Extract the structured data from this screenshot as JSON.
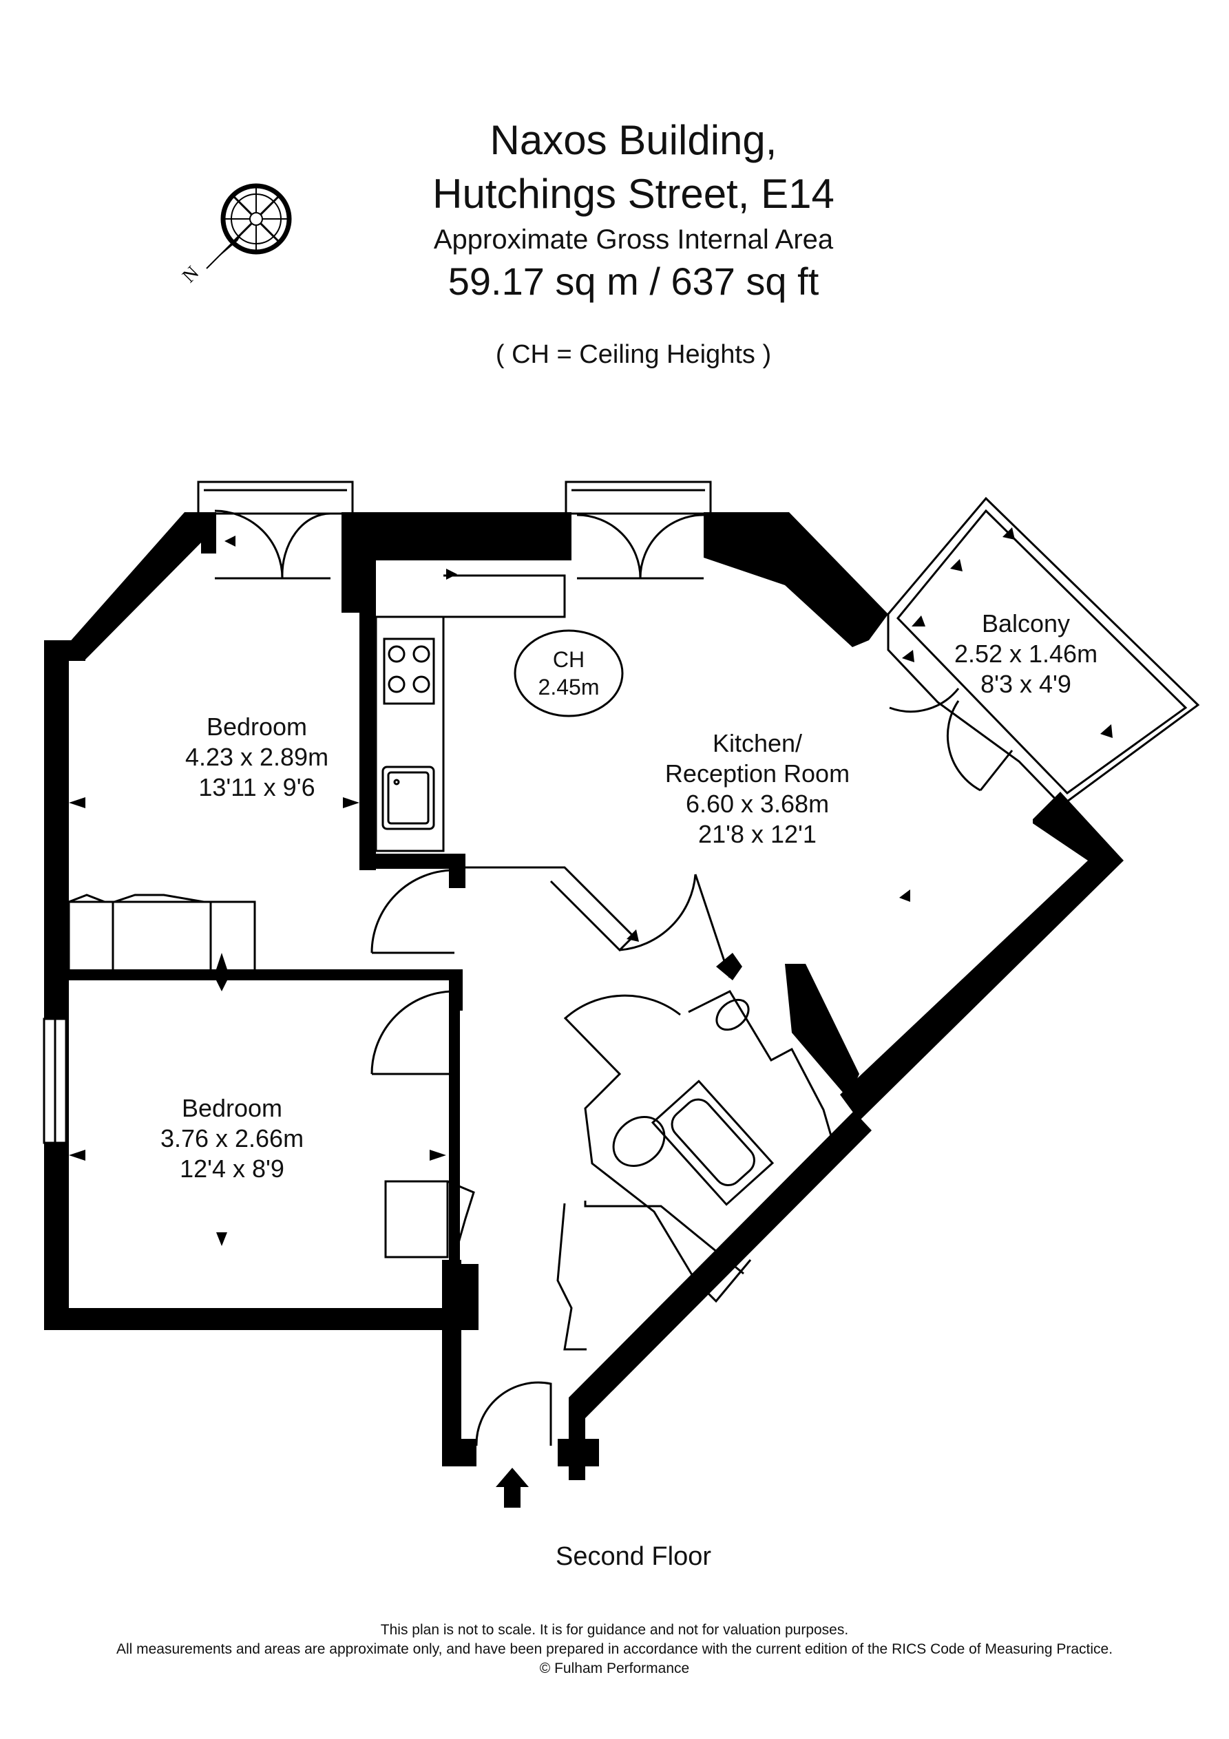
{
  "header": {
    "title_line1": "Naxos Building,",
    "title_line2": "Hutchings Street, E14",
    "subtitle": "Approximate Gross Internal Area",
    "area": "59.17 sq m  /  637 sq ft",
    "legend": "( CH = Ceiling Heights )"
  },
  "compass": {
    "label": "N"
  },
  "rooms": {
    "bedroom1": {
      "name": "Bedroom",
      "metric": "4.23 x 2.89m",
      "imperial": "13'11 x 9'6"
    },
    "bedroom2": {
      "name": "Bedroom",
      "metric": "3.76 x 2.66m",
      "imperial": "12'4 x 8'9"
    },
    "kitchen": {
      "name_line1": "Kitchen/",
      "name_line2": "Reception Room",
      "metric": "6.60 x 3.68m",
      "imperial": "21'8 x 12'1"
    },
    "balcony": {
      "name": "Balcony",
      "metric": "2.52 x 1.46m",
      "imperial": "8'3 x 4'9"
    }
  },
  "ceiling": {
    "label": "CH",
    "value": "2.45m"
  },
  "floor_label": "Second Floor",
  "footer": {
    "line1": "This plan is not to scale. It is for guidance and not for valuation purposes.",
    "line2": "All measurements and areas are approximate only, and have been prepared in accordance with the current edition of the RICS Code of Measuring Practice.",
    "line3": "© Fulham Performance"
  },
  "colors": {
    "wall": "#000000",
    "line": "#000000",
    "background": "#ffffff"
  }
}
